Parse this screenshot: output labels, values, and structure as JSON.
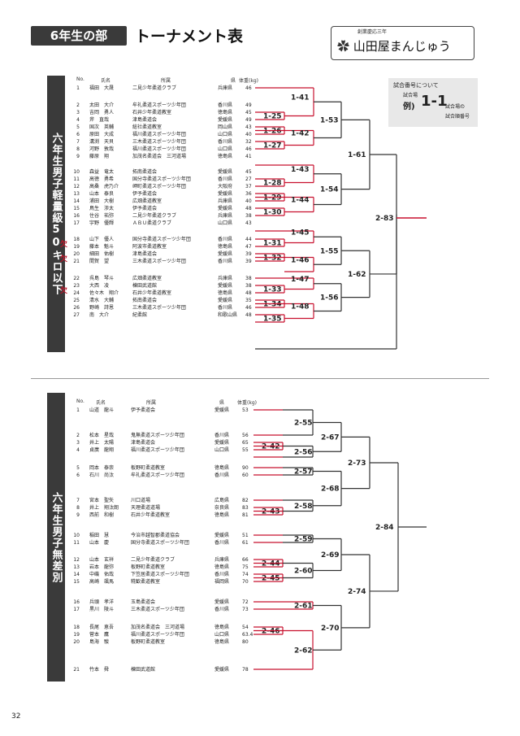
{
  "header": {
    "section_label": "6年生の部",
    "title": "トーナメント表",
    "logo_subtitle": "創業慶応三年",
    "logo_name": "山田屋まんじゅう"
  },
  "legend": {
    "title": "試合番号について",
    "venue_label": "試合場",
    "example_label": "例)",
    "example_code": "1-1",
    "venue_label2": "試合場の",
    "order_label": "試合順番号"
  },
  "page_number": "32",
  "columns": {
    "no": "No.",
    "name": "氏名",
    "club": "所属",
    "pref": "県",
    "weight": "体重",
    "kg": "(kg)"
  },
  "divisions": [
    {
      "title": "六年生男子軽量級50キロ以下",
      "entries": [
        {
          "no": "1",
          "name": "福田　大晟",
          "club": "二見少年柔道クラブ",
          "pref": "兵庫県",
          "weight": "46",
          "mark": ""
        },
        {
          "no": "2",
          "name": "太田　大介",
          "club": "牟礼柔道スポーツ少年団",
          "pref": "香川県",
          "weight": "49",
          "mark": ""
        },
        {
          "no": "3",
          "name": "吉岡　勇人",
          "club": "石井少年柔道教室",
          "pref": "徳島県",
          "weight": "45",
          "mark": ""
        },
        {
          "no": "4",
          "name": "斧　直哉",
          "club": "津島柔道会",
          "pref": "愛媛県",
          "weight": "49",
          "mark": ""
        },
        {
          "no": "5",
          "name": "国次　英輔",
          "club": "総社柔道教室",
          "pref": "岡山県",
          "weight": "43",
          "mark": ""
        },
        {
          "no": "6",
          "name": "原田　大成",
          "club": "福川柔道スポーツ少年団",
          "pref": "山口県",
          "weight": "40",
          "mark": ""
        },
        {
          "no": "7",
          "name": "溝渕　天貝",
          "club": "三木柔道スポーツ少年団",
          "pref": "香川県",
          "weight": "32",
          "mark": ""
        },
        {
          "no": "8",
          "name": "河野　敦哉",
          "club": "福川柔道スポーツ少年団",
          "pref": "山口県",
          "weight": "46",
          "mark": ""
        },
        {
          "no": "9",
          "name": "藤原　翔",
          "club": "加茂名柔道会　三河道場",
          "pref": "徳島県",
          "weight": "41",
          "mark": ""
        },
        {
          "no": "10",
          "name": "森益　竜太",
          "club": "拓南柔道会",
          "pref": "愛媛県",
          "weight": "45",
          "mark": ""
        },
        {
          "no": "11",
          "name": "高徳　勇希",
          "club": "国分寺柔道スポーツ少年団",
          "pref": "香川県",
          "weight": "27",
          "mark": ""
        },
        {
          "no": "12",
          "name": "高桑　虎乃介",
          "club": "岬町柔道スポーツ少年団",
          "pref": "大阪府",
          "weight": "37",
          "mark": ""
        },
        {
          "no": "13",
          "name": "山本　泰良",
          "club": "伊予柔道会",
          "pref": "愛媛県",
          "weight": "36",
          "mark": ""
        },
        {
          "no": "14",
          "name": "浦田　大樹",
          "club": "広畑柔道教室",
          "pref": "兵庫県",
          "weight": "40",
          "mark": ""
        },
        {
          "no": "15",
          "name": "鳥生　渉太",
          "club": "伊予柔道会",
          "pref": "愛媛県",
          "weight": "48",
          "mark": ""
        },
        {
          "no": "16",
          "name": "住谷　祐弥",
          "club": "二見少年柔道クラブ",
          "pref": "兵庫県",
          "weight": "38",
          "mark": ""
        },
        {
          "no": "17",
          "name": "宇野　優輝",
          "club": "ＡＢＵ柔道クラブ",
          "pref": "山口県",
          "weight": "43",
          "mark": ""
        },
        {
          "no": "18",
          "name": "山下　優人",
          "club": "国分寺柔道スポーツ少年団",
          "pref": "香川県",
          "weight": "44",
          "mark": ""
        },
        {
          "no": "19",
          "name": "藤本　魁斗",
          "club": "阿波市柔道教室",
          "pref": "徳島県",
          "weight": "47",
          "mark": "欠"
        },
        {
          "no": "20",
          "name": "細田　佑樹",
          "club": "津島柔道会",
          "pref": "愛媛県",
          "weight": "39",
          "mark": ""
        },
        {
          "no": "21",
          "name": "間賀　望",
          "club": "三木柔道スポーツ少年団",
          "pref": "香川県",
          "weight": "39",
          "mark": "欠"
        },
        {
          "no": "22",
          "name": "呉島　琴斗",
          "club": "広畑柔道教室",
          "pref": "兵庫県",
          "weight": "38",
          "mark": ""
        },
        {
          "no": "23",
          "name": "大西　凌",
          "club": "棟田武道館",
          "pref": "愛媛県",
          "weight": "38",
          "mark": ""
        },
        {
          "no": "24",
          "name": "佐々木　翔介",
          "club": "石井少年柔道教室",
          "pref": "徳島県",
          "weight": "48",
          "mark": "欠"
        },
        {
          "no": "25",
          "name": "清水　大輔",
          "club": "拓南柔道会",
          "pref": "愛媛県",
          "weight": "35",
          "mark": ""
        },
        {
          "no": "26",
          "name": "野崎　詩恩",
          "club": "三木柔道スポーツ少年団",
          "pref": "香川県",
          "weight": "46",
          "mark": ""
        },
        {
          "no": "27",
          "name": "南　大介",
          "club": "紀柔館",
          "pref": "和歌山県",
          "weight": "48",
          "mark": ""
        }
      ],
      "matches": [
        "1-25",
        "1-26",
        "1-27",
        "1-28",
        "1-29",
        "1-30",
        "1-31",
        "1-32",
        "1-33",
        "1-34",
        "1-35",
        "1-41",
        "1-42",
        "1-43",
        "1-44",
        "1-45",
        "1-46",
        "1-47",
        "1-48",
        "1-53",
        "1-54",
        "1-55",
        "1-56",
        "1-61",
        "1-62",
        "2-83"
      ]
    },
    {
      "title": "六年生男子無差別",
      "entries": [
        {
          "no": "1",
          "name": "山道　龍斗",
          "club": "伊予柔道会",
          "pref": "愛媛県",
          "weight": "53"
        },
        {
          "no": "2",
          "name": "松本　星哉",
          "club": "鬼無柔道スポーツ少年団",
          "pref": "香川県",
          "weight": "56"
        },
        {
          "no": "3",
          "name": "井上　太陽",
          "club": "津島柔道会",
          "pref": "愛媛県",
          "weight": "65"
        },
        {
          "no": "4",
          "name": "貞廣　龍翔",
          "club": "福川柔道スポーツ少年団",
          "pref": "山口県",
          "weight": "55"
        },
        {
          "no": "5",
          "name": "岡本　泰崇",
          "club": "板野町柔道教室",
          "pref": "徳島県",
          "weight": "90"
        },
        {
          "no": "6",
          "name": "石川　尚汰",
          "club": "牟礼柔道スポーツ少年団",
          "pref": "香川県",
          "weight": "60"
        },
        {
          "no": "7",
          "name": "宮本　聖矢",
          "club": "川口道場",
          "pref": "広島県",
          "weight": "82"
        },
        {
          "no": "8",
          "name": "井上　翔汰朗",
          "club": "天理柔道道場",
          "pref": "奈良県",
          "weight": "83"
        },
        {
          "no": "9",
          "name": "西前　和樹",
          "club": "石井少年柔道教室",
          "pref": "徳島県",
          "weight": "81"
        },
        {
          "no": "10",
          "name": "稲田　慧",
          "club": "今治市越智郡柔道協会",
          "pref": "愛媛県",
          "weight": "51"
        },
        {
          "no": "11",
          "name": "山本　慶",
          "club": "国分寺柔道スポーツ少年団",
          "pref": "香川県",
          "weight": "61"
        },
        {
          "no": "12",
          "name": "山本　玄祥",
          "club": "二見少年柔道クラブ",
          "pref": "兵庫県",
          "weight": "66"
        },
        {
          "no": "13",
          "name": "岩本　龍弥",
          "club": "板野町柔道教室",
          "pref": "徳島県",
          "weight": "75"
        },
        {
          "no": "14",
          "name": "中磯　佑哉",
          "club": "下笠居柔道スポーツ少年団",
          "pref": "香川県",
          "weight": "74"
        },
        {
          "no": "15",
          "name": "高崎　颯馬",
          "club": "糀歓柔道教室",
          "pref": "福岡県",
          "weight": "70"
        },
        {
          "no": "16",
          "name": "兵頭　孝洋",
          "club": "玉島柔道会",
          "pref": "愛媛県",
          "weight": "72"
        },
        {
          "no": "17",
          "name": "黒川　陵斗",
          "club": "三木柔道スポーツ少年団",
          "pref": "香川県",
          "weight": "73"
        },
        {
          "no": "18",
          "name": "長尾　恵吾",
          "club": "加茂名柔道会　三河道場",
          "pref": "徳島県",
          "weight": "54"
        },
        {
          "no": "19",
          "name": "菅本　鷹",
          "club": "福川柔道スポーツ少年団",
          "pref": "山口県",
          "weight": "63.4"
        },
        {
          "no": "20",
          "name": "島海　駿",
          "club": "板野町柔道教室",
          "pref": "徳島県",
          "weight": "80"
        },
        {
          "no": "21",
          "name": "竹本　舜",
          "club": "棟田武道館",
          "pref": "愛媛県",
          "weight": "78"
        }
      ],
      "matches": [
        "2-42",
        "2-43",
        "2-44",
        "2-45",
        "2-46",
        "2-55",
        "2-56",
        "2-57",
        "2-58",
        "2-59",
        "2-60",
        "2-61",
        "2-62",
        "2-67",
        "2-68",
        "2-69",
        "2-70",
        "2-73",
        "2-74",
        "2-84"
      ]
    }
  ]
}
